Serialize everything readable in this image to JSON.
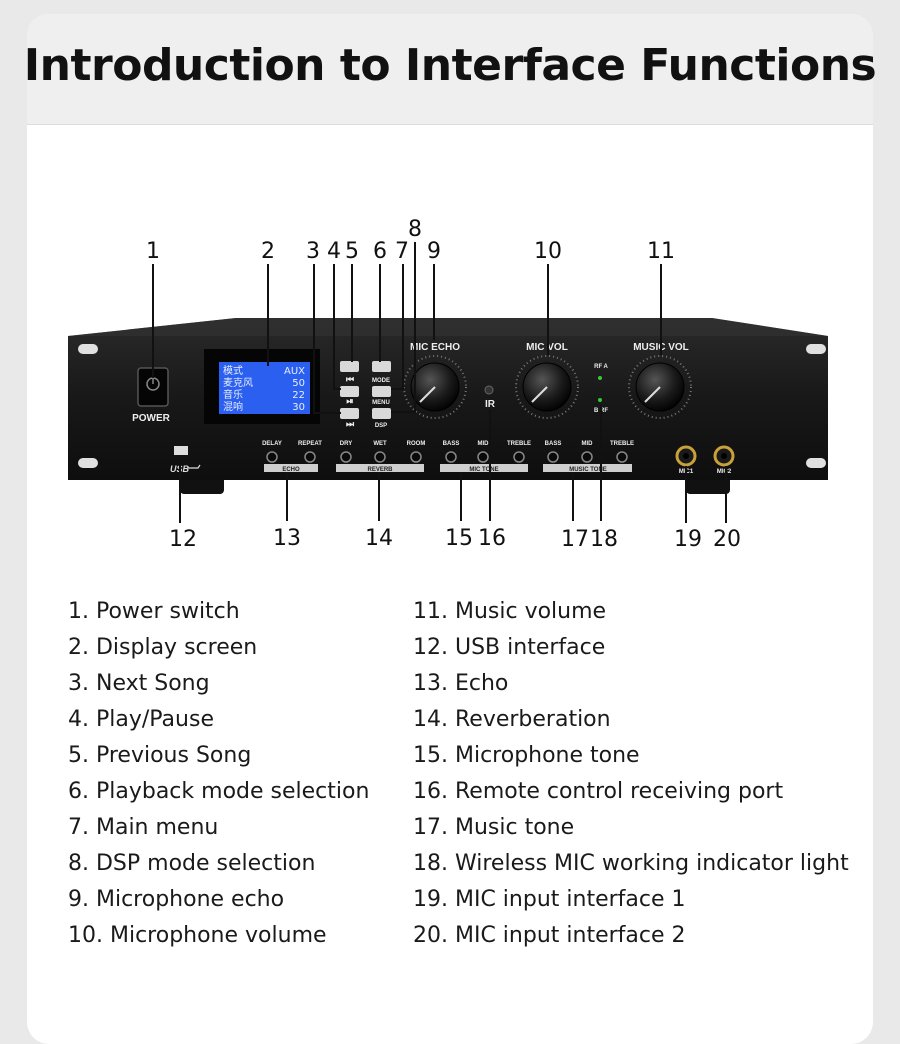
{
  "title": "Introduction to Interface Functions",
  "panel": {
    "power_label": "POWER",
    "usb_label": "USB",
    "display_lines": [
      {
        "left": "模式",
        "right": "AUX"
      },
      {
        "left": "麦克风",
        "right": "50"
      },
      {
        "left": "音乐",
        "right": "22"
      },
      {
        "left": "混响",
        "right": "30"
      }
    ],
    "mode_label": "MODE",
    "menu_label": "MENU",
    "dsp_label": "DSP",
    "mic_echo_label": "MIC ECHO",
    "mic_vol_label": "MIC VOL",
    "music_vol_label": "MUSIC VOL",
    "ir_label": "IR",
    "rf_a_label": "RF A",
    "rf_b_label": "B RF",
    "knob_labels": [
      "DELAY",
      "REPEAT",
      "DRY",
      "WET",
      "ROOM",
      "BASS",
      "MID",
      "TREBLE",
      "BASS",
      "MID",
      "TREBLE"
    ],
    "group_echo": "ECHO",
    "group_reverb": "REVERB",
    "group_mic_tone": "MIC TONE",
    "group_music_tone": "MUSIC TONE",
    "mic1_label": "MIC1",
    "mic2_label": "MIC2"
  },
  "callouts": [
    "1",
    "2",
    "3",
    "4",
    "5",
    "6",
    "7",
    "8",
    "9",
    "10",
    "11",
    "12",
    "13",
    "14",
    "15",
    "16",
    "17",
    "18",
    "19",
    "20"
  ],
  "legend_left": [
    "1. Power switch",
    "2. Display screen",
    "3. Next Song",
    "4. Play/Pause",
    "5. Previous Song",
    "6. Playback mode selection",
    "7. Main menu",
    "8. DSP mode selection",
    "9. Microphone echo",
    "10. Microphone volume"
  ],
  "legend_right": [
    "11. Music volume",
    "12. USB interface",
    "13. Echo",
    "14. Reverberation",
    "15. Microphone tone",
    "16. Remote control receiving port",
    "17. Music tone",
    "18. Wireless MIC working indicator light",
    "19. MIC input interface 1",
    "20. MIC input interface 2"
  ],
  "colors": {
    "panel": "#1c1c1c",
    "display": "#2a5ff0",
    "background": "#e9e9e9",
    "card": "#ffffff"
  }
}
